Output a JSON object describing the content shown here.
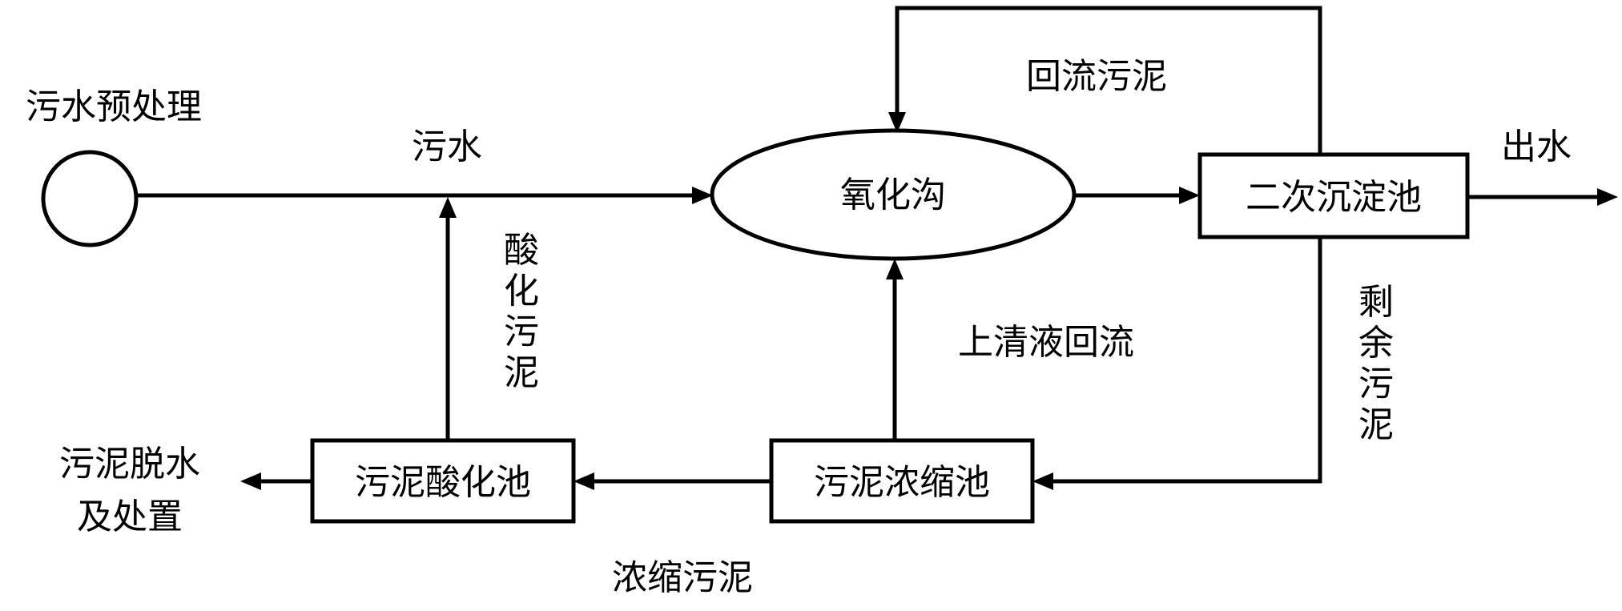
{
  "nodes": {
    "pretreatment": "污水预处理",
    "oxidation_ditch": "氧化沟",
    "secondary_clarifier": "二次沉淀池",
    "sludge_thickener": "污泥浓缩池",
    "sludge_acidification_tank": "污泥酸化池",
    "dewatering_line1": "污泥脱水",
    "dewatering_line2": "及处置"
  },
  "flows": {
    "sewage": "污水",
    "return_sludge": "回流污泥",
    "effluent": "出水",
    "acidified_sludge": [
      "酸",
      "化",
      "污",
      "泥"
    ],
    "supernatant_return": "上清液回流",
    "excess_sludge": [
      "剩",
      "余",
      "污",
      "泥"
    ],
    "thickened_sludge": "浓缩污泥"
  }
}
